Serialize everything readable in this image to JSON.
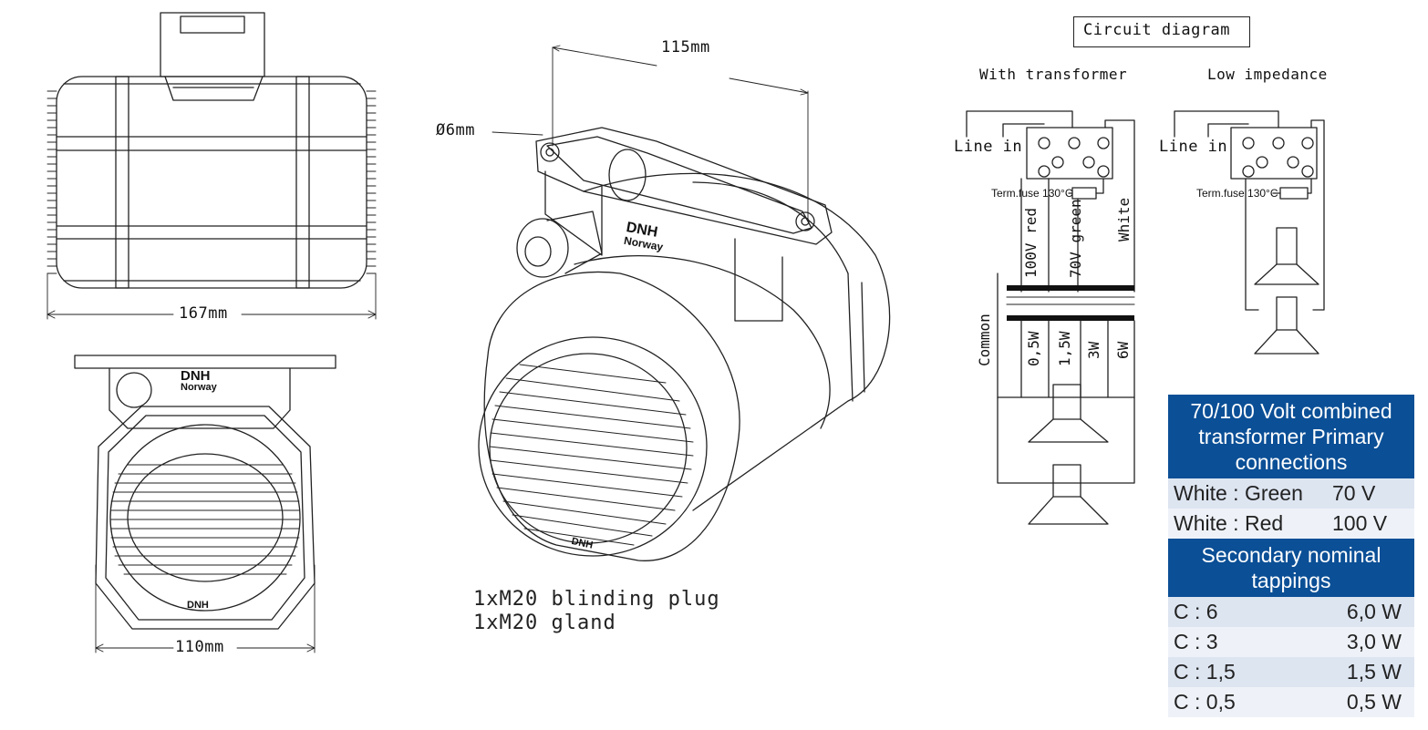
{
  "dimensions": {
    "width_top": "167mm",
    "width_front": "110mm",
    "depth": "115mm",
    "hole": "Ø6mm"
  },
  "brand": {
    "name": "DNH",
    "sub": "Norway"
  },
  "notes": {
    "plug": "1xM20 blinding plug",
    "gland": "1xM20 gland"
  },
  "circuit": {
    "title": "Circuit diagram",
    "with_transformer": "With transformer",
    "low_impedance": "Low impedance",
    "line_in": "Line in",
    "term_fuse": "Term.fuse 130°C",
    "wire_red": "100V red",
    "wire_green": "70V green",
    "wire_white": "White",
    "common": "Common",
    "taps": [
      "0,5W",
      "1,5W",
      "3W",
      "6W"
    ]
  },
  "table": {
    "header1": "70/100 Volt combined transformer Primary connections",
    "primary": [
      {
        "key": "White : Green",
        "value": "70 V"
      },
      {
        "key": "White : Red",
        "value": "100 V"
      }
    ],
    "header2": "Secondary nominal tappings",
    "secondary": [
      {
        "key": "C : 6",
        "value": "6,0 W"
      },
      {
        "key": "C : 3",
        "value": "3,0 W"
      },
      {
        "key": "C : 1,5",
        "value": "1,5 W"
      },
      {
        "key": "C : 0,5",
        "value": "0,5 W"
      }
    ],
    "colors": {
      "header": "#0b4f96",
      "row_dark": "#dde5f1",
      "row_light": "#eef2f8"
    }
  }
}
